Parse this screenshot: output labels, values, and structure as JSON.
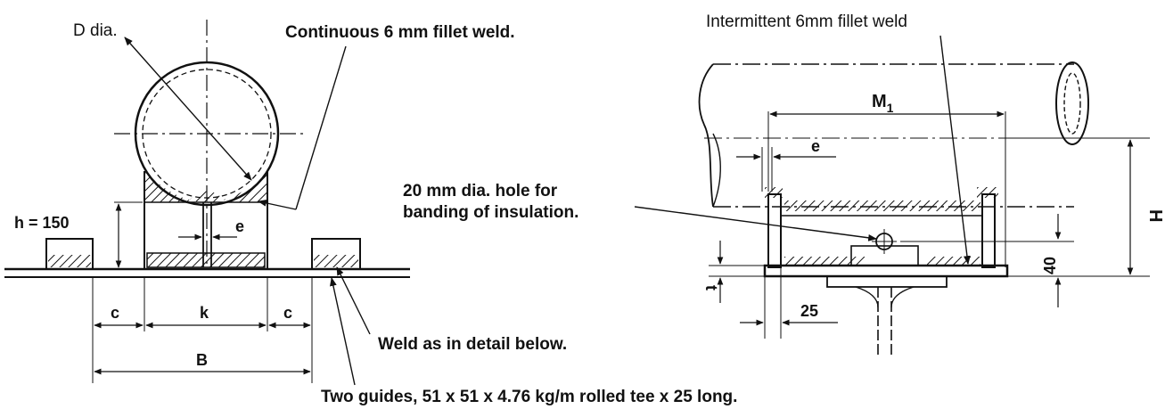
{
  "colors": {
    "ink": "#111111",
    "background": "#ffffff"
  },
  "left_view": {
    "label_d_dia": "D dia.",
    "label_continuous_weld": "Continuous 6 mm fillet weld.",
    "label_h": "h = 150",
    "dim_e": "e",
    "dim_c_left": "c",
    "dim_k": "k",
    "dim_c_right": "c",
    "dim_b": "B",
    "label_weld_detail": "Weld as in detail below.",
    "label_guides": "Two guides, 51 x 51 x 4.76 kg/m rolled tee x 25 long."
  },
  "right_view": {
    "label_intermittent_weld": "Intermittent 6mm fillet weld",
    "dim_m_main": "M",
    "dim_m_sub": "1",
    "dim_e": "e",
    "label_hole_line1": "20 mm dia. hole for",
    "label_hole_line2": "banding of insulation.",
    "dim_h": "H",
    "dim_40": "40",
    "dim_t": "t",
    "dim_25": "25"
  }
}
